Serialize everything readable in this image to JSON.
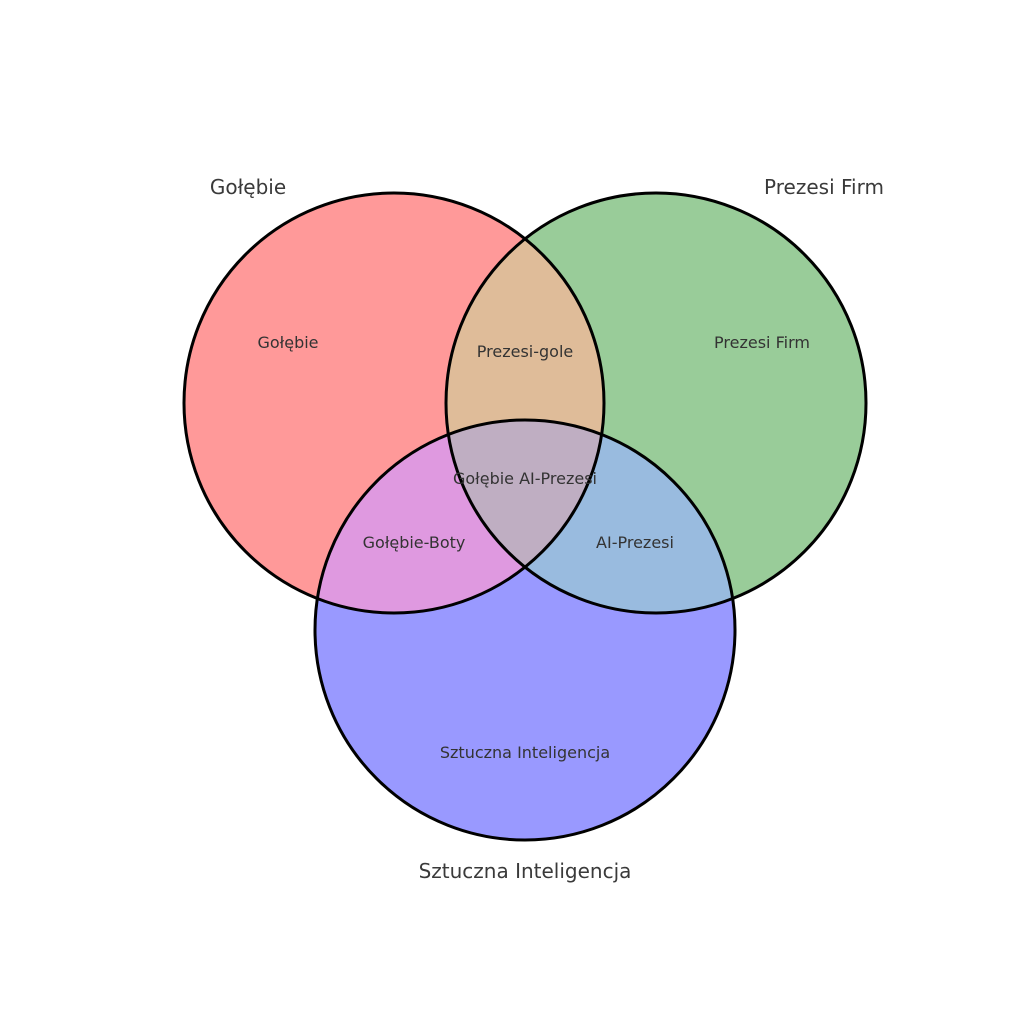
{
  "sets": {
    "a": {
      "title": "Gołębie",
      "color": "#ff9999"
    },
    "b": {
      "title": "Prezesi Firm",
      "color": "#99cc99"
    },
    "c": {
      "title": "Sztuczna Inteligencja",
      "color": "#9999ff"
    }
  },
  "regions": {
    "a_only": "Gołębie",
    "b_only": "Prezesi Firm",
    "c_only": "Sztuczna Inteligencja",
    "ab": "Prezesi-gole",
    "ac": "Gołębie-Boty",
    "bc": "AI-Prezesi",
    "abc": "Gołębie AI-Prezesi"
  },
  "region_colors": {
    "ab": "#dfbc99",
    "ac": "#df99e0",
    "bc": "#99bbdf",
    "abc": "#bfaec2"
  },
  "outline_color": "#000000"
}
